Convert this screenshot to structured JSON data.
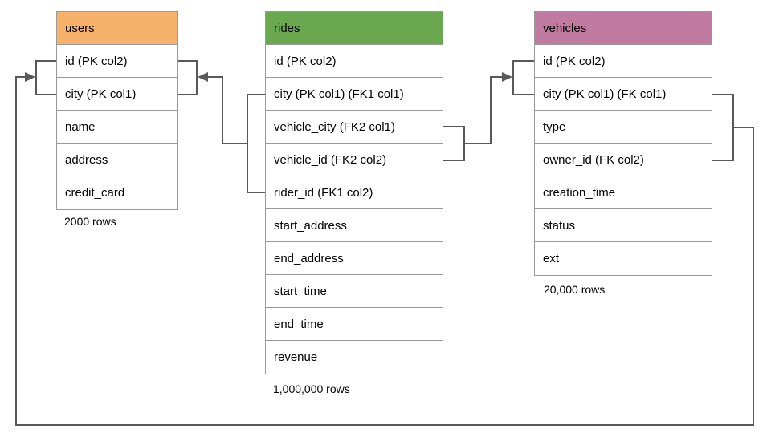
{
  "diagram": {
    "tables": [
      {
        "name": "users",
        "header_color": "#f6b26b",
        "columns": [
          "id (PK col2)",
          "city (PK col1)",
          "name",
          "address",
          "credit_card"
        ],
        "row_count": "2000 rows"
      },
      {
        "name": "rides",
        "header_color": "#6aa84f",
        "columns": [
          "id (PK col2)",
          "city (PK col1) (FK1 col1)",
          "vehicle_city (FK2 col1)",
          "vehicle_id (FK2 col2)",
          "rider_id (FK1 col2)",
          "start_address",
          "end_address",
          "start_time",
          "end_time",
          "revenue"
        ],
        "row_count": "1,000,000 rows"
      },
      {
        "name": "vehicles",
        "header_color": "#c27ba0",
        "columns": [
          "id (PK col2)",
          "city (PK col1) (FK col1)",
          "type",
          "owner_id (FK col2)",
          "creation_time",
          "status",
          "ext"
        ],
        "row_count": "20,000 rows"
      }
    ],
    "relationships": [
      {
        "label": "FK1",
        "from": "rides (city, rider_id)",
        "to": "users (id, city)"
      },
      {
        "label": "FK2",
        "from": "rides (vehicle_city, vehicle_id)",
        "to": "vehicles (id, city)"
      },
      {
        "label": "FK",
        "from": "vehicles (city, owner_id)",
        "to": "users (id, city)"
      }
    ],
    "colors": {
      "connector": "#595959",
      "cell_border": "#9a9a9a",
      "users_header": "#f6b26b",
      "rides_header": "#6aa84f",
      "vehicles_header": "#c27ba0"
    }
  }
}
